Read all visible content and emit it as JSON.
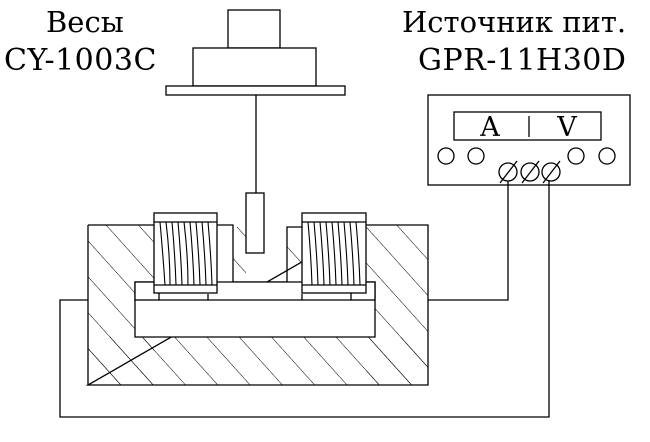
{
  "scale": {
    "name": "Весы",
    "model": "CY-1003C"
  },
  "power_supply": {
    "name": "Источник пит.",
    "model": "GPR-11H30D",
    "ammeter_label": "A",
    "voltmeter_label": "V"
  }
}
